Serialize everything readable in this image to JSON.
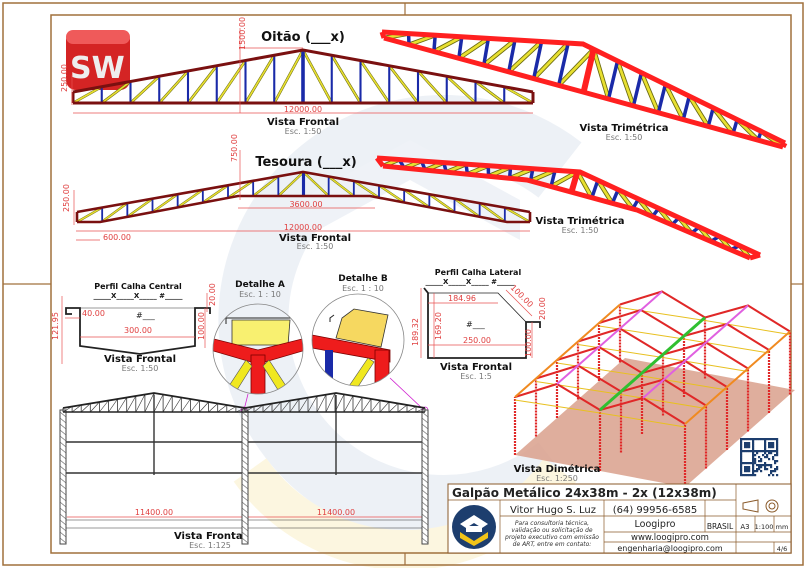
{
  "logo_text": "SW",
  "colors": {
    "frame": "#a0703c",
    "chord": "#7a1010",
    "vertical": "#1a2aa8",
    "diagonal": "#e8e030",
    "red": "#ff2020",
    "dim": "#e04040",
    "navy": "#1d3e6e",
    "gold": "#f2c418"
  },
  "oitao": {
    "title": "Oitão (___x)",
    "dim_height": "1500.00",
    "dim_end": "250.00",
    "dim_span": "12000.00",
    "view": "Vista Frontal",
    "scale": "Esc. 1:50"
  },
  "tesoura": {
    "title": "Tesoura (___x)",
    "dim_height": "750.00",
    "dim_end": "250.00",
    "dim_mid": "3600.00",
    "dim_span": "12000.00",
    "dim_left": "600.00",
    "view": "Vista Frontal",
    "scale": "Esc. 1:50"
  },
  "trimetric_1": {
    "view": "Vista Trimétrica",
    "scale": "Esc. 1:50"
  },
  "trimetric_2": {
    "view": "Vista Trimétrica",
    "scale": "Esc. 1:50"
  },
  "calha_central": {
    "title": "Perfil Calha Central",
    "spec": "_____X_____X_____ #_____",
    "dim_lip": "40.00",
    "dim_width": "300.00",
    "thickness": "#___",
    "dim_total_height": "121.95",
    "dim_height": "100.00",
    "dim_top": "20.00",
    "view": "Vista Frontal",
    "scale": "Esc. 1:50"
  },
  "detalhe_a": {
    "title": "Detalhe A",
    "scale": "Esc. 1 : 10"
  },
  "detalhe_b": {
    "title": "Detalhe B",
    "scale": "Esc. 1 : 10"
  },
  "calha_lateral": {
    "title": "Perfil Calha Lateral",
    "spec": "_____X_____X_____ #_____",
    "dim_top": "184.96",
    "dim_inner_height": "169.20",
    "dim_total_height": "189.32",
    "dim_slope": "100.00",
    "dim_lip": "20.00",
    "dim_right": "100.00",
    "dim_width": "250.00",
    "thickness": "#___",
    "view": "Vista Frontal",
    "scale": "Esc. 1:5"
  },
  "frame_view": {
    "dim_left": "11400.00",
    "dim_right": "11400.00",
    "view": "Vista Frontal",
    "scale": "Esc. 1:125"
  },
  "dimetric": {
    "view": "Vista Dimétrica",
    "scale": "Esc. 1:250"
  },
  "title_block": {
    "title": "Galpão Metálico 24x38m - 2x (12x38m)",
    "author": "Vitor Hugo S. Luz",
    "phone": "(64) 99956-6585",
    "company": "Loogipro",
    "country": "BRASIL",
    "paper": "A3",
    "drawing_scale": "1:100",
    "units": "mm",
    "website": "www.loogipro.com",
    "email": "engenharia@loogipro.com",
    "sheet": "4/6",
    "observations": [
      "Para consultoria técnica,",
      "validação ou solicitação de",
      "projeto executivo com emissão",
      "de ART, entre em contato:"
    ]
  }
}
